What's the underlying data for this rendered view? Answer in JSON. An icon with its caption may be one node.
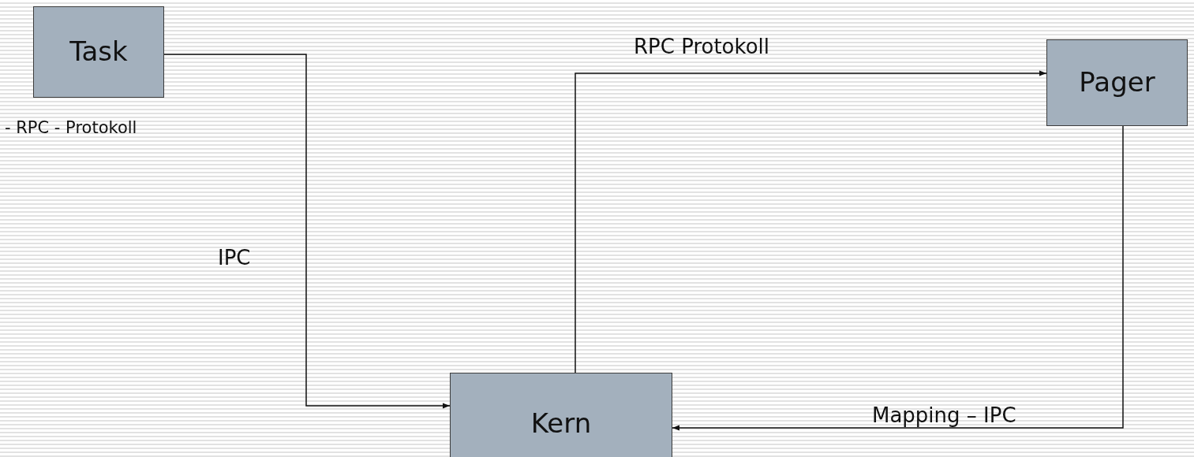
{
  "diagram": {
    "nodes": [
      {
        "text": [
          "Task"
        ],
        "beside": [
          "- RPC - Protokoll"
        ]
      },
      {
        "text": [
          "Pager"
        ]
      },
      {
        "text": [
          "Kern"
        ]
      }
    ],
    "edges": [
      {
        "from": 0,
        "to": 2,
        "arrow": "to",
        "label": "IPC"
      },
      {
        "from": 2,
        "to": 1,
        "arrow": "to",
        "label": "RPC Protokoll"
      },
      {
        "from": 1,
        "to": 2,
        "arrow": "to",
        "label": "Mapping – IPC"
      }
    ]
  }
}
